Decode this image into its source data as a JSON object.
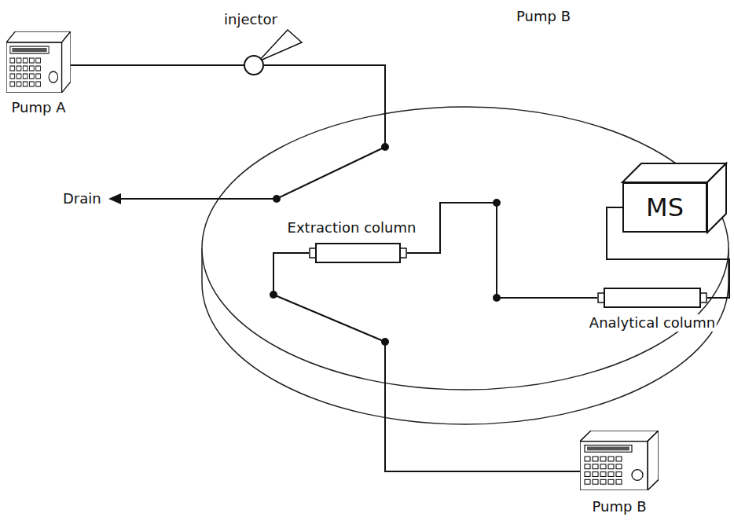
{
  "diagram": {
    "nodes": [
      {
        "text": [
          "Pump A"
        ]
      },
      {
        "text": [
          "injector"
        ]
      },
      {
        "text": [
          "Extraction column"
        ]
      },
      {
        "text": [
          "MS"
        ]
      },
      {
        "text": [
          "Analytical column"
        ]
      },
      {
        "text": [
          "Pump B"
        ]
      }
    ],
    "edges": [
      {
        "from": 0,
        "to": 1,
        "arrow": "none"
      },
      {
        "from": 5,
        "to": 2,
        "arrow": "none"
      },
      {
        "from": 2,
        "to": 4,
        "arrow": "none"
      },
      {
        "from": 4,
        "to": 3,
        "arrow": "none"
      }
    ],
    "labels": [
      "Pump B",
      "Drain"
    ]
  }
}
